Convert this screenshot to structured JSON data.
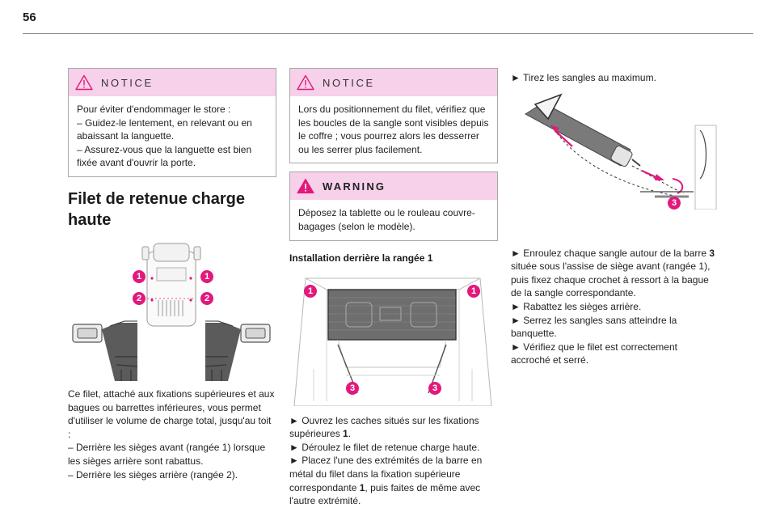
{
  "page": {
    "number": "56"
  },
  "column1": {
    "notice": {
      "title": "NOTICE",
      "lines": [
        "Pour éviter d'endommager le store :",
        "–  Guidez-le lentement, en relevant ou en abaissant la languette.",
        "–  Assurez-vous que la languette est bien fixée avant d'ouvrir la porte."
      ]
    },
    "heading": "Filet de retenue charge haute",
    "figure_markers": [
      "1",
      "1",
      "2",
      "2"
    ],
    "paragraph_lines": [
      "Ce filet, attaché aux fixations supérieures et aux bagues ou barrettes inférieures, vous permet d'utiliser le volume de charge total, jusqu'au toit :",
      "–  Derrière les sièges avant (rangée 1) lorsque les sièges arrière sont rabattus.",
      "–  Derrière les sièges arrière (rangée 2)."
    ]
  },
  "column2": {
    "notice": {
      "title": "NOTICE",
      "text": "Lors du positionnement du filet, vérifiez que les boucles de la sangle sont visibles depuis le coffre ; vous pourrez alors les desserrer ou les serrer plus facilement."
    },
    "warning": {
      "title": "WARNING",
      "text": "Déposez la tablette ou le rouleau couvre-bagages (selon le modèle)."
    },
    "subheading": "Installation derrière la rangée 1",
    "figure_markers": [
      "1",
      "1",
      "3",
      "3"
    ],
    "steps": [
      {
        "prefix": "►  Ouvrez les caches situés sur les fixations supérieures ",
        "bold": "1",
        "suffix": "."
      },
      {
        "prefix": "►  Déroulez le filet de retenue charge haute.",
        "bold": "",
        "suffix": ""
      },
      {
        "prefix": "►  Placez l'une des extrémités de la barre en métal du filet dans la fixation supérieure correspondante ",
        "bold": "1",
        "suffix": ", puis faites de même avec l'autre extrémité."
      }
    ]
  },
  "column3": {
    "step_top": "►  Tirez les sangles au maximum.",
    "figure_markers": [
      "3"
    ],
    "steps": [
      {
        "prefix": "►  Enroulez chaque sangle autour de la barre ",
        "bold": "3",
        "suffix": " située sous l'assise de siège avant (rangée 1), puis fixez chaque crochet à ressort à la bague de la sangle correspondante."
      },
      {
        "prefix": "►  Rabattez les sièges arrière.",
        "bold": "",
        "suffix": ""
      },
      {
        "prefix": "►  Serrez les sangles sans atteindre la banquette.",
        "bold": "",
        "suffix": ""
      },
      {
        "prefix": "►  Vérifiez que le filet est correctement accroché et serré.",
        "bold": "",
        "suffix": ""
      }
    ]
  },
  "colors": {
    "accent": "#e2197d",
    "box_header": "#f7d0ea",
    "rule": "#8c8c8c"
  },
  "icons": {
    "notice": "warning-triangle-outline-icon",
    "warning": "warning-triangle-filled-icon"
  }
}
